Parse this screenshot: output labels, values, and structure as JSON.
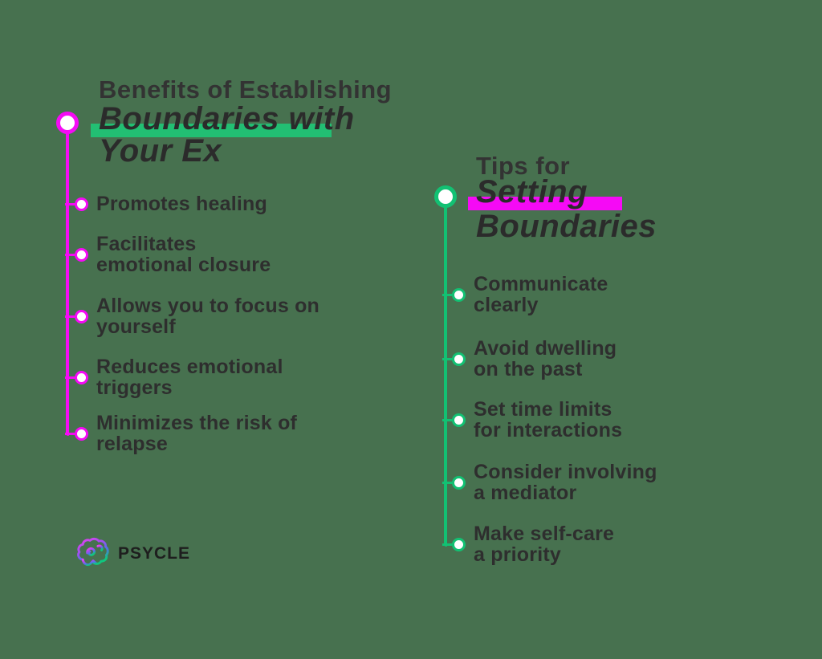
{
  "background_color": "#47714f",
  "left_section": {
    "eyebrow": "Benefits of Establishing",
    "headline_line1": "Boundaries with",
    "headline_line2": "Your Ex",
    "accent_color": "#f50af5",
    "highlight_color": "#22bf73",
    "items": [
      {
        "lines": [
          "Promotes healing",
          ""
        ]
      },
      {
        "lines": [
          "Facilitates",
          "emotional closure"
        ]
      },
      {
        "lines": [
          "Allows you to focus on",
          "yourself"
        ]
      },
      {
        "lines": [
          "Reduces emotional",
          "triggers"
        ]
      },
      {
        "lines": [
          "Minimizes the risk of",
          "relapse"
        ]
      }
    ]
  },
  "right_section": {
    "eyebrow": "Tips for",
    "headline_line1": "Setting",
    "headline_line2": "Boundaries",
    "accent_color": "#12c173",
    "highlight_color": "#f50af5",
    "items": [
      {
        "lines": [
          "Communicate",
          "clearly"
        ]
      },
      {
        "lines": [
          "Avoid dwelling",
          "on the past"
        ]
      },
      {
        "lines": [
          "Set time limits",
          "for interactions"
        ]
      },
      {
        "lines": [
          "Consider involving",
          "a mediator"
        ]
      },
      {
        "lines": [
          "Make self-care",
          "a priority"
        ]
      }
    ]
  },
  "logo": {
    "brand": "PSYCLE",
    "icon": "brain-gradient-icon"
  }
}
